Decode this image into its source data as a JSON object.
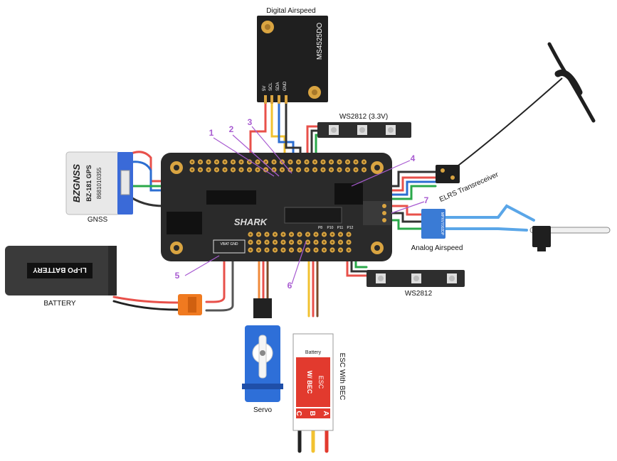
{
  "labels": {
    "digital_airspeed": "Digital Airspeed",
    "ms4525": "MS4525DO",
    "ms_pins": [
      "5V",
      "SCL",
      "SDA",
      "GND"
    ],
    "ws2812_top": "WS2812 (3.3V)",
    "ws2812_bottom": "WS2812",
    "gnss": "GNSS",
    "gps_brand": "BZGNSS",
    "gps_model": "BZ-181 GPS",
    "gps_serial": "8681010355",
    "elrs": "ELRS Transreceiver",
    "analog_airspeed": "Analog Airspeed",
    "analog_sensor_text": "MPXV7002DP",
    "battery": "BATTERY",
    "battery_text": "LI-PO BATTERY",
    "servo": "Servo",
    "esc_title": "ESC With BEC",
    "esc_top": "Battery",
    "esc_main": "ESC",
    "esc_sub": "W/ BEC",
    "esc_phases": [
      "C",
      "B",
      "A"
    ],
    "board": "SHARK",
    "vbat_label": "VBAT GND",
    "pwm_labels": [
      "P8",
      "P10",
      "P11",
      "P12"
    ]
  },
  "callouts": [
    "1",
    "2",
    "3",
    "4",
    "5",
    "6",
    "7"
  ],
  "colors": {
    "board": "#2a2a2a",
    "pad_gold": "#d9a441",
    "callout": "#a85bd1",
    "wire_red": "#e8504a",
    "wire_black": "#333333",
    "wire_yellow": "#f2c230",
    "wire_blue": "#2c6ed1",
    "wire_green": "#2aa84a",
    "wire_orange": "#f08a3a",
    "esc_red": "#e23a2e",
    "servo_blue": "#2e6fd8",
    "antenna_blue": "#5aa6e8"
  }
}
